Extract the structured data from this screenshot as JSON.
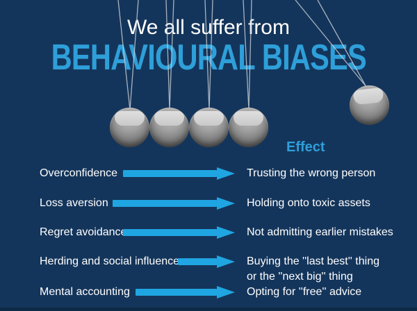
{
  "title": {
    "line1": "We all suffer from",
    "line2": "BEHAVIOURAL BIASES"
  },
  "effect_header": "Effect",
  "rows": [
    {
      "bias": "Overconfidence",
      "effect": "Trusting the wrong person"
    },
    {
      "bias": "Loss aversion",
      "effect": "Holding onto toxic assets"
    },
    {
      "bias": "Regret avoidance",
      "effect": "Not admitting earlier mistakes"
    },
    {
      "bias": "Herding and social influence",
      "effect": "Buying the ''last best'' thing\nor the ''next big'' thing"
    },
    {
      "bias": "Mental accounting",
      "effect": "Opting for ''free'' advice"
    }
  ],
  "illustration": {
    "name": "newtons-cradle",
    "hanging_balls": 4,
    "swinging_balls": 1
  },
  "colors": {
    "background": "#14355b",
    "title_accent": "#2e9fd9",
    "arrow": "#1fa6e2",
    "text": "#ffffff",
    "string": "#cdd3da"
  }
}
